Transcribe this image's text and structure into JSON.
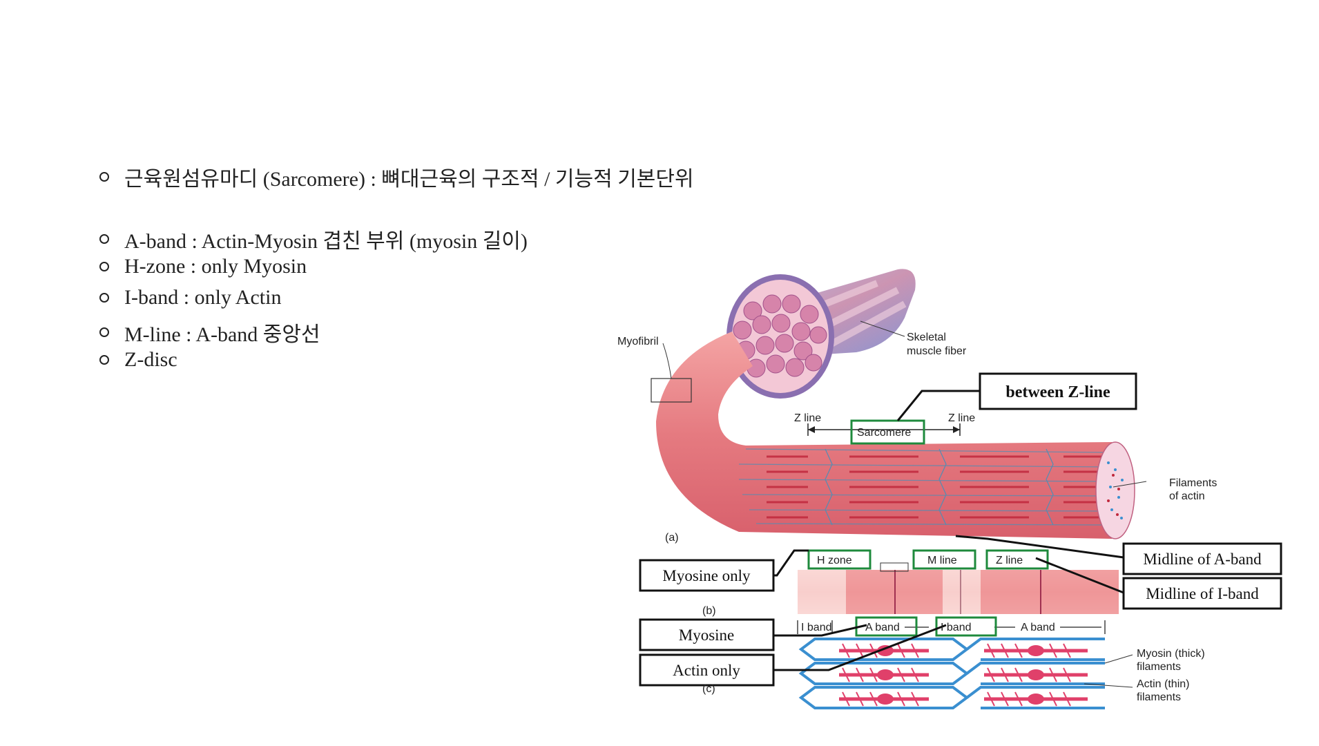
{
  "heading": "근육원섬유마디 (Sarcomere) : 뼈대근육의 구조적 / 기능적 기본단위",
  "bullets": [
    "A-band : Actin-Myosin 겹친 부위 (myosin 길이)",
    "H-zone : only Myosin",
    "I-band : only Actin",
    "M-line : A-band 중앙선",
    "Z-disc"
  ],
  "figure": {
    "labels": {
      "myofibril": "Myofibril",
      "skeletal_1": "Skeletal",
      "skeletal_2": "muscle fiber",
      "z_line_left": "Z line",
      "z_line_right": "Z line",
      "sarcomere": "Sarcomere",
      "filaments_1": "Filaments",
      "filaments_2": "of actin",
      "panel_a": "(a)",
      "panel_b": "(b)",
      "panel_c": "(c)",
      "h_zone": "H zone",
      "m_line": "M line",
      "z_line_b": "Z line",
      "i_band_left": "I band",
      "a_band_1": "A band",
      "i_band_mid": "I band",
      "a_band_2": "A band",
      "myosin_thick_1": "Myosin (thick)",
      "myosin_thick_2": "filaments",
      "actin_thin_1": "Actin (thin)",
      "actin_thin_2": "filaments"
    },
    "callouts": {
      "between_z": "between Z-line",
      "midline_a": "Midline of A-band",
      "midline_i": "Midline of I-band",
      "myosine_only": "Myosine only",
      "myosine": "Myosine",
      "actin_only": "Actin only"
    },
    "colors": {
      "muscle_red": "#e0737a",
      "band_pink": "#f4a9a6",
      "stripe_red": "#c0283c",
      "filament_blue": "#3a8fd0",
      "highlight_green": "#1e8a3c"
    }
  }
}
